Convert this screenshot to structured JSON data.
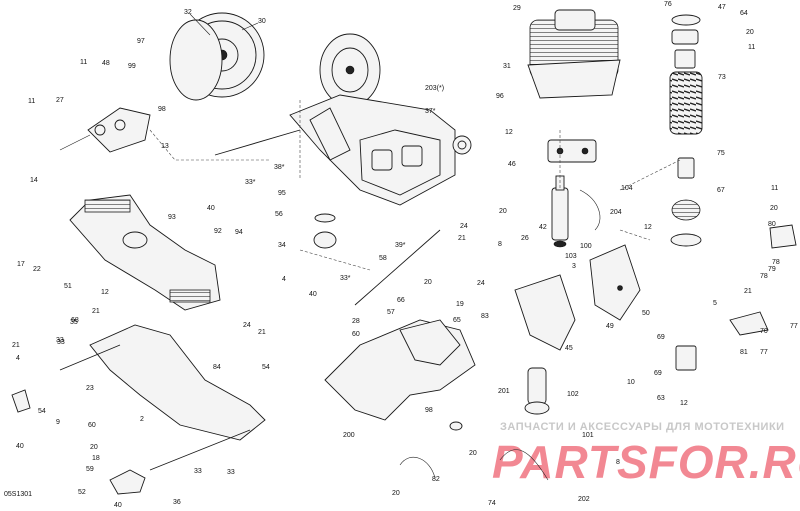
{
  "diagram_code": "05S1301",
  "watermark": {
    "tagline": "ЗАПЧАСТИ И АКСЕССУАРЫ ДЛЯ МОТОТЕХНИКИ",
    "brand": "PARTSFOR.RU",
    "color": "#e8273a"
  },
  "callouts": [
    "32",
    "30",
    "97",
    "48",
    "99",
    "11",
    "27",
    "14",
    "13",
    "98",
    "11",
    "29",
    "76",
    "47",
    "64",
    "20",
    "11",
    "31",
    "96",
    "73",
    "203(*)",
    "37*",
    "12",
    "46",
    "104",
    "38*",
    "33*",
    "40",
    "95",
    "56",
    "34",
    "39*",
    "93",
    "92",
    "94",
    "24",
    "21",
    "17",
    "22",
    "51",
    "12",
    "21",
    "35",
    "33",
    "4",
    "24",
    "21",
    "40",
    "33*",
    "28",
    "57",
    "20",
    "65",
    "19",
    "66",
    "60",
    "58",
    "24",
    "83",
    "54",
    "26",
    "42",
    "8",
    "103",
    "100",
    "3",
    "12",
    "204",
    "50",
    "49",
    "45",
    "11",
    "20",
    "80",
    "79",
    "78",
    "78",
    "5",
    "21",
    "77",
    "70",
    "77",
    "69",
    "81",
    "10",
    "69",
    "63",
    "12",
    "21",
    "4",
    "54",
    "40",
    "9",
    "23",
    "60",
    "2",
    "20",
    "18",
    "59",
    "52",
    "40",
    "36",
    "33",
    "33",
    "33",
    "68",
    "84",
    "200",
    "102",
    "98",
    "20",
    "201",
    "101",
    "82",
    "20",
    "202",
    "8",
    "20",
    "74",
    "75",
    "67"
  ]
}
